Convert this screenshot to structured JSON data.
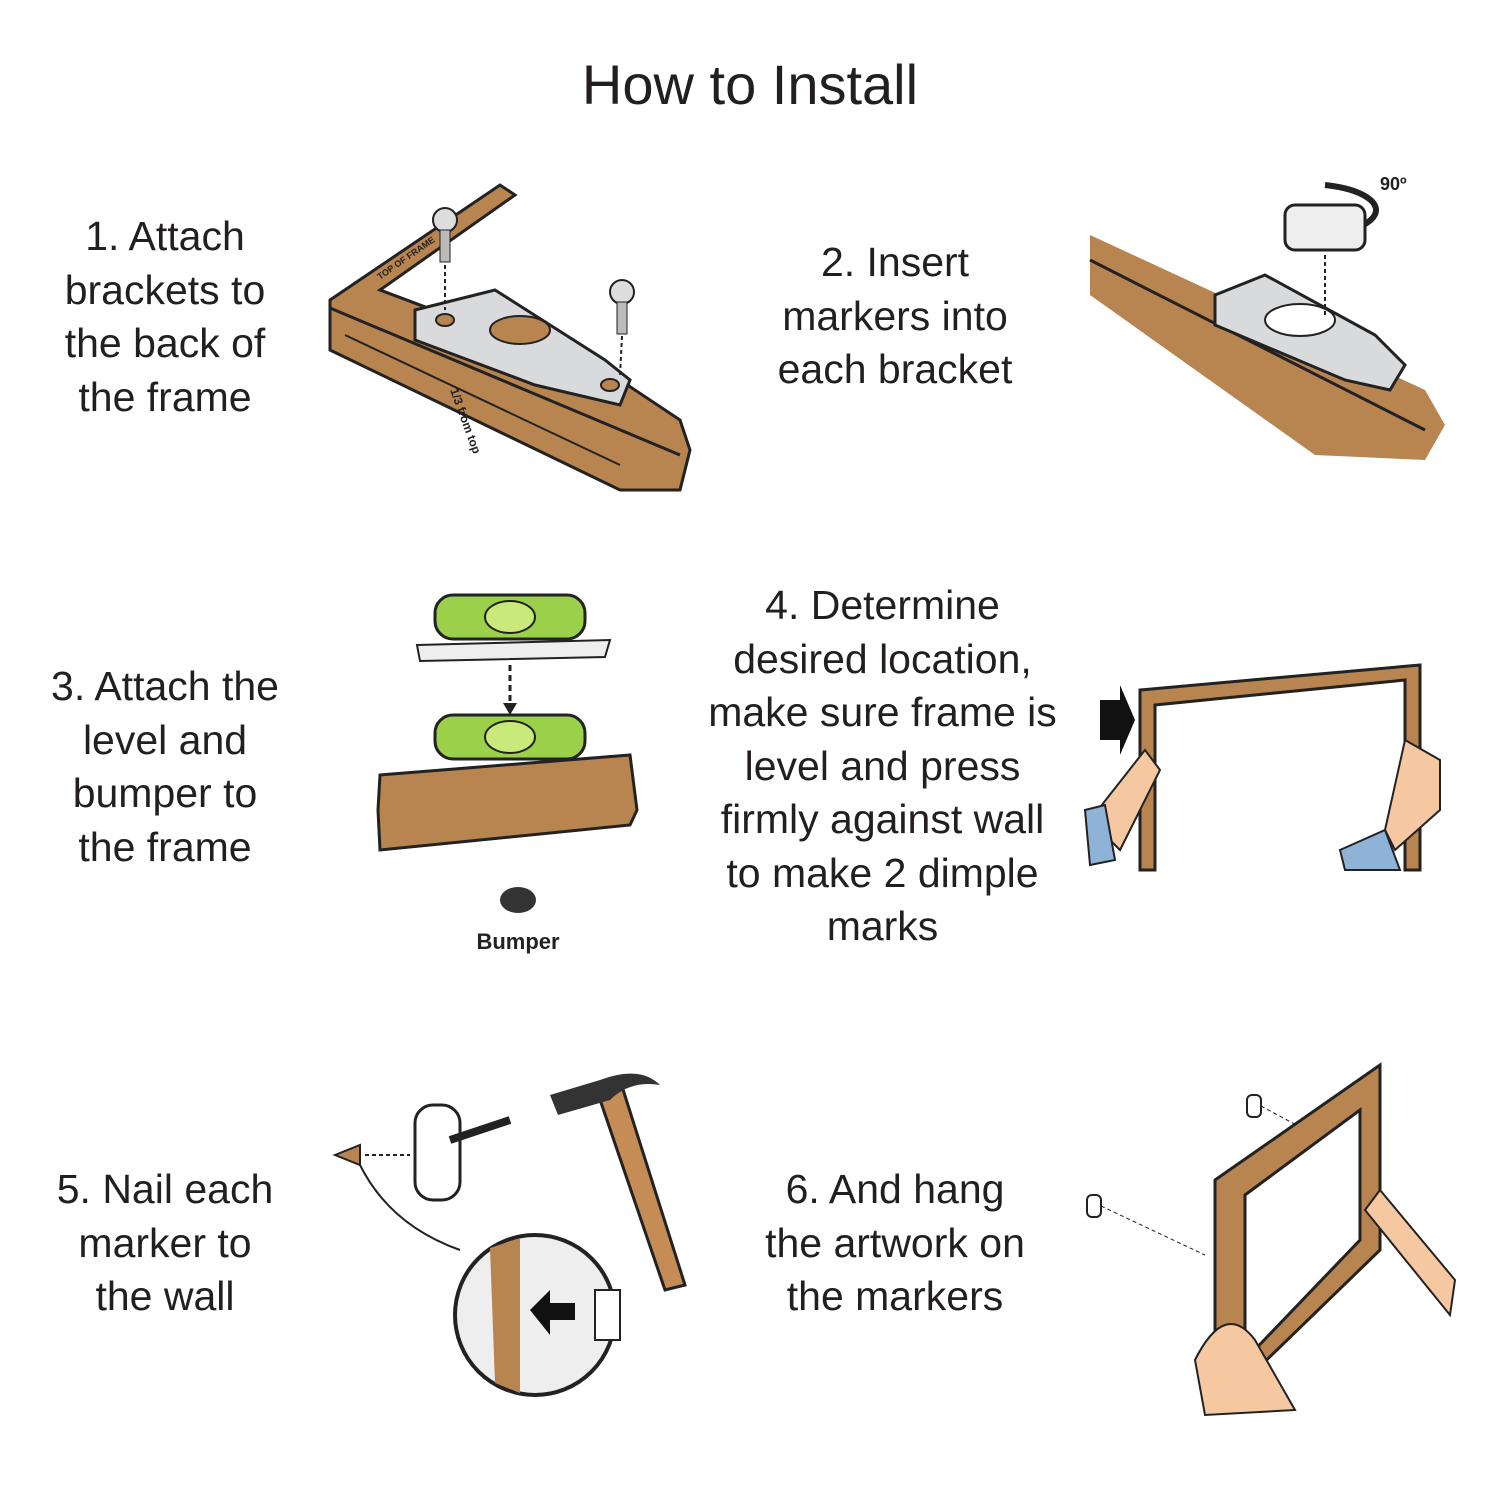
{
  "title": "How to Install",
  "steps": [
    {
      "text": "1. Attach\nbrackets to\nthe back of\nthe frame",
      "labels": {
        "top_of_frame": "TOP OF FRAME",
        "one_third": "1/3\nfrom\ntop"
      }
    },
    {
      "text": "2. Insert\nmarkers into\neach bracket",
      "labels": {
        "rotation": "90º"
      }
    },
    {
      "text": "3. Attach the\nlevel and\nbumper to\nthe frame",
      "labels": {
        "bumper": "Bumper"
      }
    },
    {
      "text": "4. Determine\ndesired location,\nmake sure frame is\nlevel and press\nfirmly against wall\nto make 2 dimple\nmarks"
    },
    {
      "text": "5. Nail each\nmarker to\nthe wall"
    },
    {
      "text": "6. And hang\nthe artwork on\nthe markers"
    }
  ],
  "colors": {
    "wood": "#b8844f",
    "metal": "#d9dadb",
    "level_green": "#9bd14a",
    "skin": "#f6c8a2",
    "sleeve": "#8fb3d6"
  }
}
